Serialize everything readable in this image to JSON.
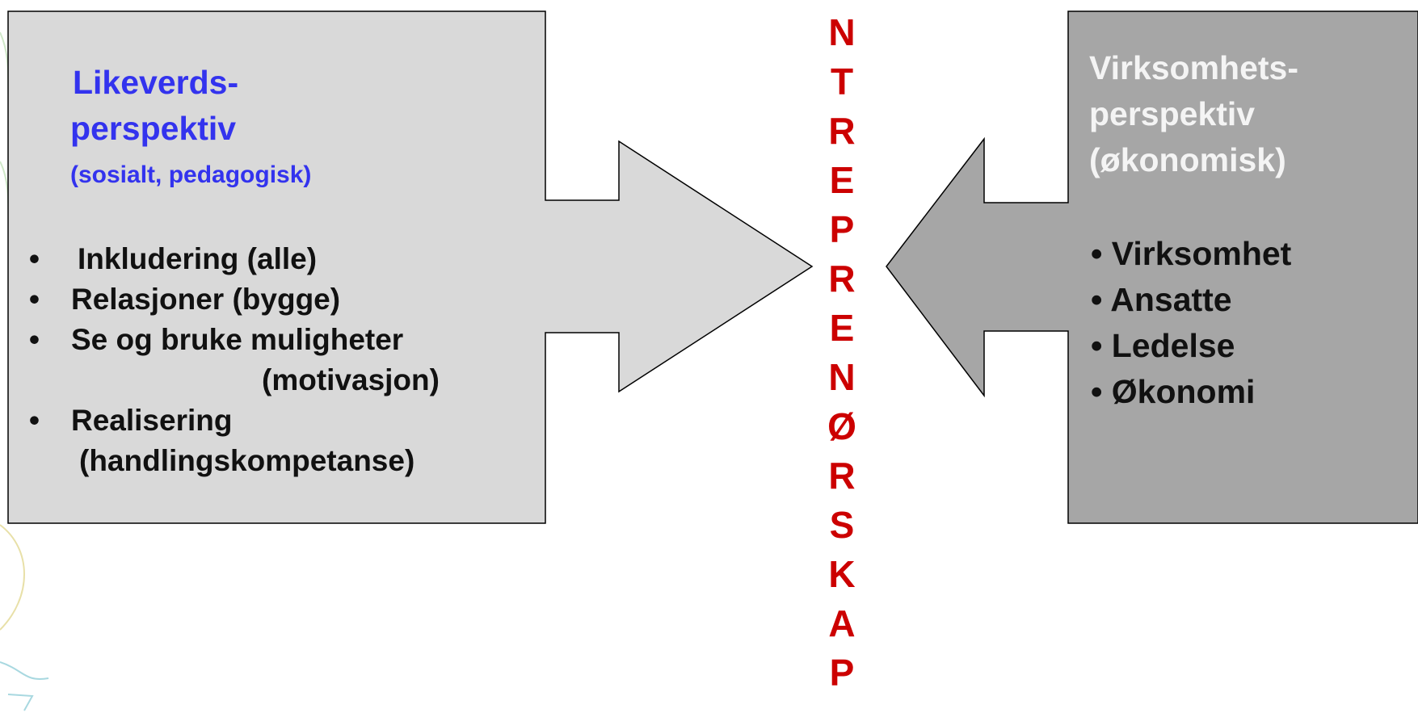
{
  "left_box": {
    "title_line1": "Likeverds-",
    "title_line2": "perspektiv",
    "subtitle": "(sosialt, pedagogisk)",
    "bullet_char": "•",
    "items": [
      "Inkludering (alle)",
      "Relasjoner (bygge)",
      "Se og bruke muligheter",
      "(motivasjon)",
      "Realisering",
      "(handlingskompetanse)"
    ]
  },
  "right_box": {
    "title_line1": "Virksomhets-",
    "title_line2": "perspektiv",
    "title_line3": "(økonomisk)",
    "bullet_char": "•",
    "items": [
      "Virksomhet",
      "Ansatte",
      "Ledelse",
      "Økonomi"
    ]
  },
  "center_word": {
    "letters": [
      "N",
      "T",
      "R",
      "E",
      "P",
      "R",
      "E",
      "N",
      "Ø",
      "R",
      "S",
      "K",
      "A",
      "P"
    ]
  },
  "colors": {
    "left_box_fill": "#d9d9d9",
    "right_box_fill": "#a6a6a6",
    "left_title": "#3333ee",
    "center_word": "#cc0000"
  }
}
